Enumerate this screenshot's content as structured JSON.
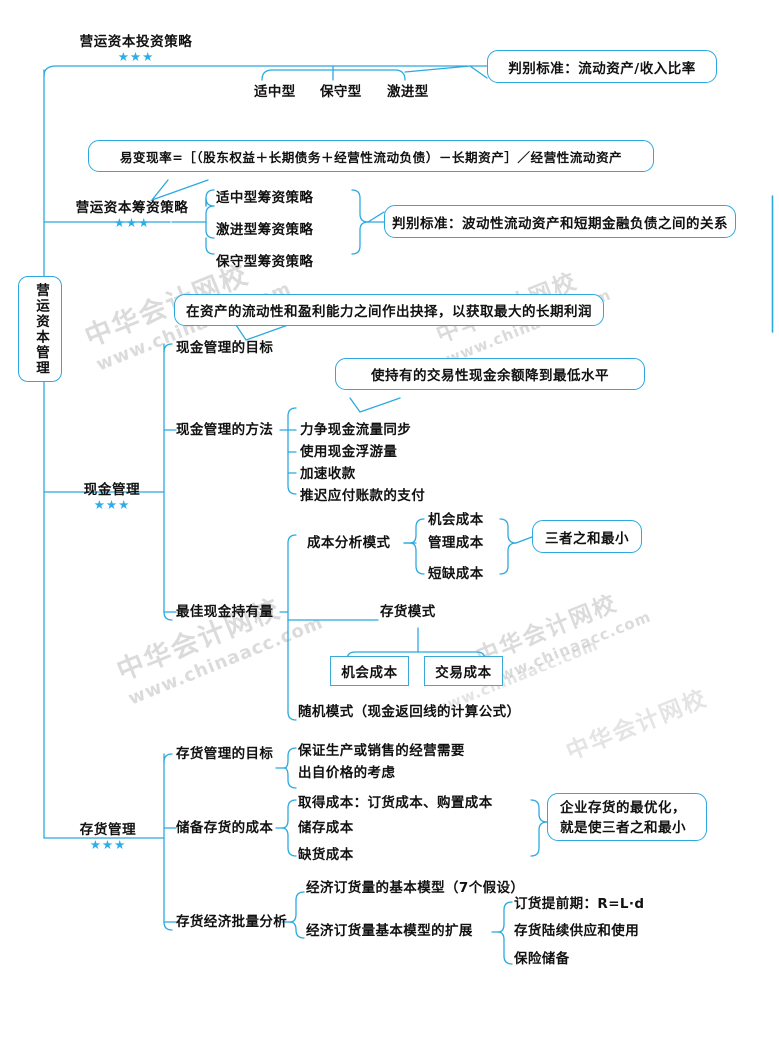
{
  "diagram": {
    "title": "营运资本管理",
    "root_label": "营运资本管理",
    "star_glyph": "★★★",
    "accent_color": "#2ba9e0",
    "star_color": "#2badea",
    "text_color": "#111111"
  },
  "watermark": {
    "cn": "中华会计网校",
    "en": "www.chinaacc.com"
  },
  "branches": {
    "investment_strategy": {
      "label": "营运资本投资策略",
      "stars": "★★★",
      "types": [
        "适中型",
        "保守型",
        "激进型"
      ],
      "callout": "判别标准：流动资产/收入比率"
    },
    "financing_strategy": {
      "label": "营运资本筹资策略",
      "stars": "★★★",
      "formula": "易变现率=［（股东权益＋长期债务＋经营性流动负债）－长期资产］／经营性流动资产",
      "items": [
        "适中型筹资策略",
        "激进型筹资策略",
        "保守型筹资策略"
      ],
      "callout": "判别标准：波动性流动资产和短期金融负债之间的关系"
    },
    "cash_management": {
      "label": "现金管理",
      "stars": "★★★",
      "goal": {
        "label": "现金管理的目标",
        "callout_1": "在资产的流动性和盈利能力之间作出抉择，以获取最大的长期利润",
        "callout_2": "使持有的交易性现金余额降到最低水平"
      },
      "methods": {
        "label": "现金管理的方法",
        "items": [
          "力争现金流量同步",
          "使用现金浮游量",
          "加速收款",
          "推迟应付账款的支付"
        ]
      },
      "optimal_holding": {
        "label": "最佳现金持有量",
        "cost_analysis": {
          "label": "成本分析模式",
          "items": [
            "机会成本",
            "管理成本",
            "短缺成本"
          ],
          "callout": "三者之和最小"
        },
        "inventory_model": {
          "label": "存货模式",
          "boxes": [
            "机会成本",
            "交易成本"
          ]
        },
        "stochastic_model": "随机模式（现金返回线的计算公式）"
      }
    },
    "inventory_management": {
      "label": "存货管理",
      "stars": "★★★",
      "goal": {
        "label": "存货管理的目标",
        "items": [
          "保证生产或销售的经营需要",
          "出自价格的考虑"
        ]
      },
      "holding_cost": {
        "label": "储备存货的成本",
        "items": [
          "取得成本：订货成本、购置成本",
          "储存成本",
          "缺货成本"
        ],
        "callout_line1": "企业存货的最优化，",
        "callout_line2": "就是使三者之和最小"
      },
      "eoq_analysis": {
        "label": "存货经济批量分析",
        "items": [
          "经济订货量的基本模型（7个假设）",
          "经济订货量基本模型的扩展"
        ],
        "extensions": [
          "订货提前期：R=L·d",
          "存货陆续供应和使用",
          "保险储备"
        ]
      }
    }
  }
}
